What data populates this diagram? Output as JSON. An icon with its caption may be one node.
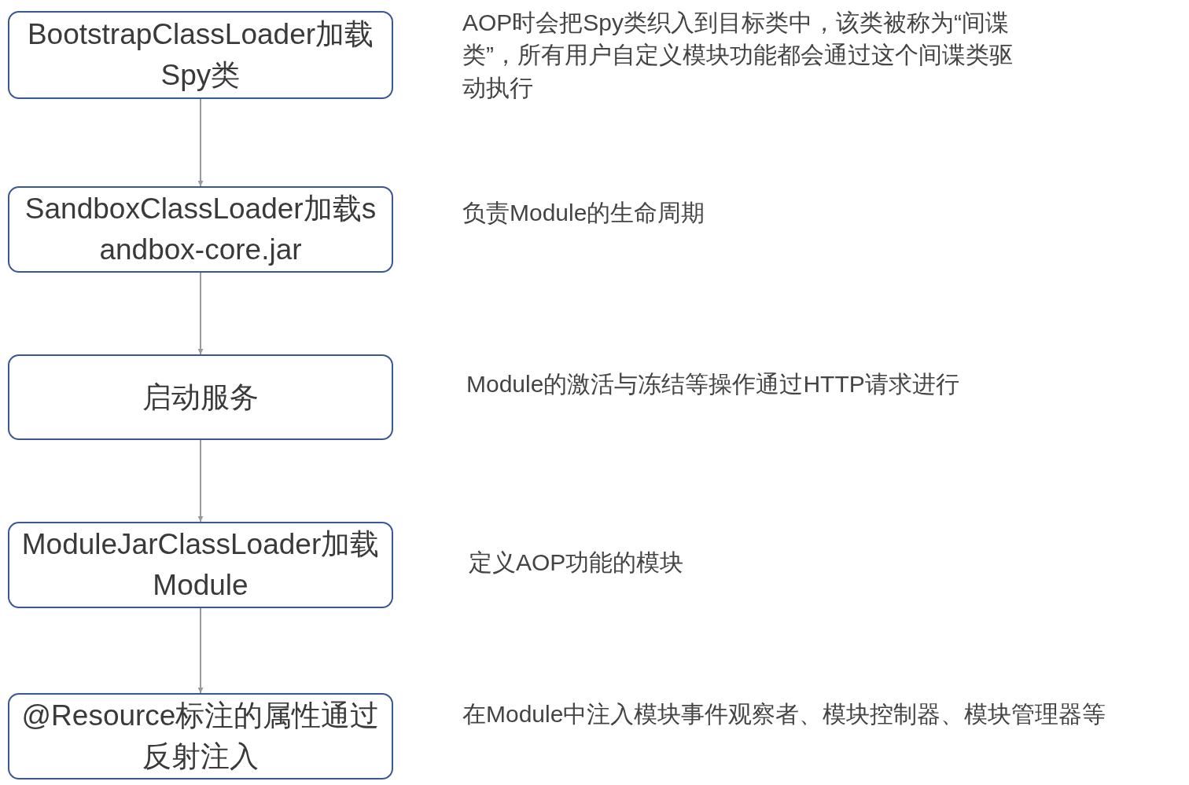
{
  "diagram": {
    "nodes": [
      {
        "text": [
          "BootstrapClassLoader加载Spy类"
        ],
        "beside": [
          "AOP时会把Spy类织入到目标类中，该类被称为“间谍类”，所有用户自定义模块功能都会通过这个间谍类驱动执行"
        ]
      },
      {
        "text": [
          "SandboxClassLoader加载sandbox-core.jar"
        ],
        "beside": [
          "负责Module的生命周期"
        ]
      },
      {
        "text": [
          "启动服务"
        ],
        "beside": [
          "Module的激活与冻结等操作通过HTTP请求进行"
        ]
      },
      {
        "text": [
          "ModuleJarClassLoader加载Module"
        ],
        "beside": [
          "定义AOP功能的模块"
        ]
      },
      {
        "text": [
          "@Resource标注的属性通过反射注入"
        ],
        "beside": [
          "在Module中注入模块事件观察者、模块控制器、模块管理器等"
        ]
      }
    ],
    "edges": [
      {
        "from": 0,
        "to": 1,
        "arrow": "to"
      },
      {
        "from": 1,
        "to": 2,
        "arrow": "to"
      },
      {
        "from": 2,
        "to": 3,
        "arrow": "to"
      },
      {
        "from": 3,
        "to": 4,
        "arrow": "to"
      }
    ]
  }
}
